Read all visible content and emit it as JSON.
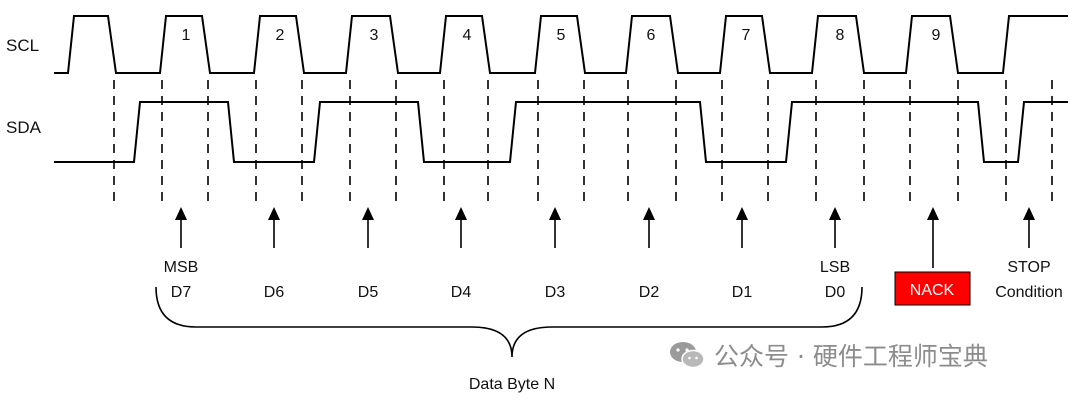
{
  "signals": {
    "scl": "SCL",
    "sda": "SDA"
  },
  "clock_numbers": [
    "1",
    "2",
    "3",
    "4",
    "5",
    "6",
    "7",
    "8",
    "9"
  ],
  "bit_labels": [
    {
      "top": "MSB",
      "bottom": "D7"
    },
    {
      "top": "",
      "bottom": "D6"
    },
    {
      "top": "",
      "bottom": "D5"
    },
    {
      "top": "",
      "bottom": "D4"
    },
    {
      "top": "",
      "bottom": "D3"
    },
    {
      "top": "",
      "bottom": "D2"
    },
    {
      "top": "",
      "bottom": "D1"
    },
    {
      "top": "LSB",
      "bottom": "D0"
    }
  ],
  "nack": {
    "label": "NACK",
    "color": "#ff0000"
  },
  "stop": {
    "line1": "STOP",
    "line2": "Condition"
  },
  "byte_label": "Data Byte N",
  "watermark": {
    "text": "公众号 · 硬件工程师宝典"
  }
}
